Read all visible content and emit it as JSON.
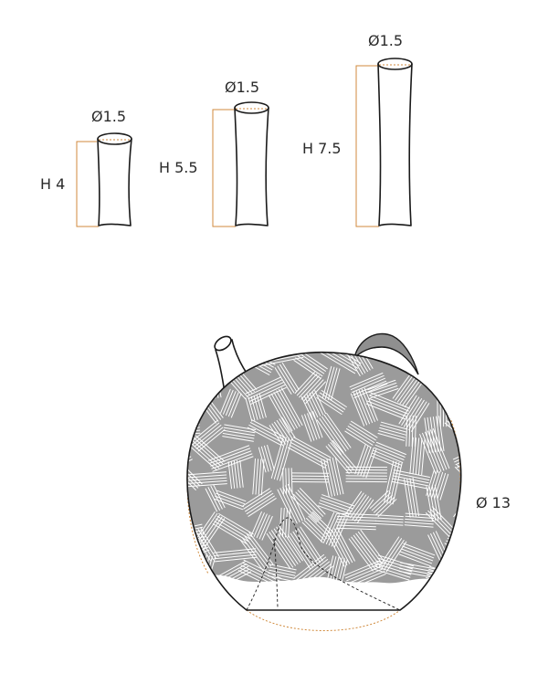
{
  "vases": [
    {
      "diameter_label": "Ø1.5",
      "height_label": "H 4"
    },
    {
      "diameter_label": "Ø1.5",
      "height_label": "H 5.5"
    },
    {
      "diameter_label": "Ø1.5",
      "height_label": "H 7.5"
    }
  ],
  "globe": {
    "diameter_label": "Ø 13"
  },
  "colors": {
    "outline": "#1a1a1a",
    "dimension": "#d08a3c",
    "fill": "#9b9b9b",
    "texture": "#ffffff"
  }
}
